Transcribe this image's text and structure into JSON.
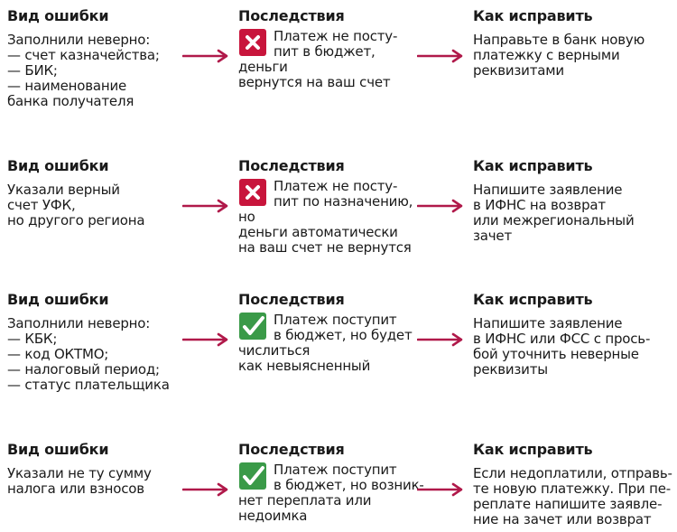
{
  "colors": {
    "accent": "#b0194a",
    "bad": "#c8153c",
    "good": "#3a9a48",
    "text": "#1a1a1a"
  },
  "rows": [
    {
      "error_head": "Вид ошибки",
      "error_text": "Заполнили неверно:\n— счет казначейства;\n— БИК;\n— наименование\nбанка получателя",
      "consequence_head": "Последствия",
      "consequence_icon": "cross-icon",
      "consequence_text": "Платеж не посту-\nпит в бюджет, деньги\nвернутся на ваш счет",
      "fix_head": "Как исправить",
      "fix_text": "Направьте в банк новую\nплатежку с верными\nреквизитами"
    },
    {
      "error_head": "Вид ошибки",
      "error_text": "Указали верный\nсчет УФК,\nно другого региона",
      "consequence_head": "Последствия",
      "consequence_icon": "cross-icon",
      "consequence_text": "Платеж не посту-\nпит по назначению, но\nденьги автоматически\nна ваш счет не вернутся",
      "fix_head": "Как исправить",
      "fix_text": "Напишите заявление\nв ИФНС на возврат\nили межрегиональный\nзачет"
    },
    {
      "error_head": "Вид ошибки",
      "error_text": "Заполнили неверно:\n— КБК;\n— код ОКТМО;\n— налоговый период;\n— статус плательщика",
      "consequence_head": "Последствия",
      "consequence_icon": "check-icon",
      "consequence_text": "Платеж поступит\nв бюджет, но будет\nчислиться\nкак невыясненный",
      "fix_head": "Как исправить",
      "fix_text": "Напишите заявление\nв ИФНС или ФСС с прось-\nбой уточнить неверные\nреквизиты"
    },
    {
      "error_head": "Вид ошибки",
      "error_text": "Указали не ту сумму\nналога или взносов",
      "consequence_head": "Последствия",
      "consequence_icon": "check-icon",
      "consequence_text": "Платеж поступит\nв бюджет, но возник-\nнет переплата или\nнедоимка",
      "fix_head": "Как исправить",
      "fix_text": "Если недоплатили, отправь-\nте новую платежку. При пе-\nреплате напишите заявле-\nние на зачет или возврат"
    }
  ]
}
